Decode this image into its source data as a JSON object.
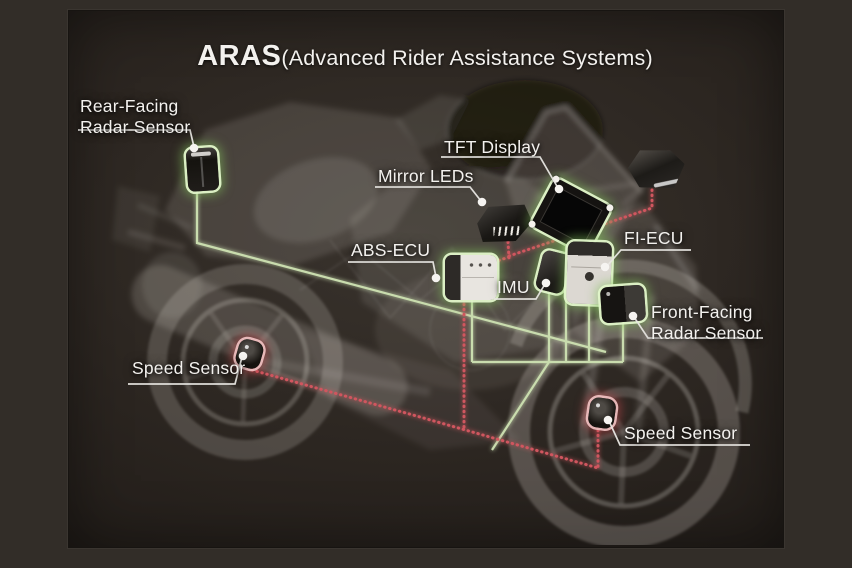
{
  "title": {
    "acronym": "ARAS",
    "subtitle": "(Advanced Rider Assistance Systems)"
  },
  "labels": {
    "rear_radar": {
      "line1": "Rear-Facing",
      "line2": "Radar Sensor"
    },
    "tft_display": {
      "text": "TFT Display"
    },
    "mirror_leds": {
      "text": "Mirror LEDs"
    },
    "abs_ecu": {
      "text": "ABS-ECU"
    },
    "imu": {
      "text": "IMU"
    },
    "fi_ecu": {
      "text": "FI-ECU"
    },
    "front_radar": {
      "line1": "Front-Facing",
      "line2": "Radar Sensor"
    },
    "speed_sensor_rear": {
      "text": "Speed Sensor"
    },
    "speed_sensor_front": {
      "text": "Speed Sensor"
    }
  },
  "components": [
    {
      "id": "rear-facing-radar-sensor",
      "highlight": "green"
    },
    {
      "id": "mirror-led-left",
      "highlight": "red"
    },
    {
      "id": "tft-display",
      "highlight": "green"
    },
    {
      "id": "mirror-led-right",
      "highlight": "red"
    },
    {
      "id": "abs-ecu",
      "highlight": "green"
    },
    {
      "id": "imu",
      "highlight": "green"
    },
    {
      "id": "fi-ecu",
      "highlight": "green"
    },
    {
      "id": "front-facing-radar-sensor",
      "highlight": "green"
    },
    {
      "id": "speed-sensor-rear",
      "highlight": "red"
    },
    {
      "id": "speed-sensor-front",
      "highlight": "red"
    }
  ],
  "colors": {
    "background_outer": "#322d28",
    "background_panel": "#27221e",
    "text": "#f3f1ee",
    "connection_green": "#c9dcae",
    "connection_red": "#d0565e",
    "highlight_green_glow": "#a6d884",
    "highlight_red_glow": "#d4747a",
    "leader_white": "#e9e7e3"
  }
}
